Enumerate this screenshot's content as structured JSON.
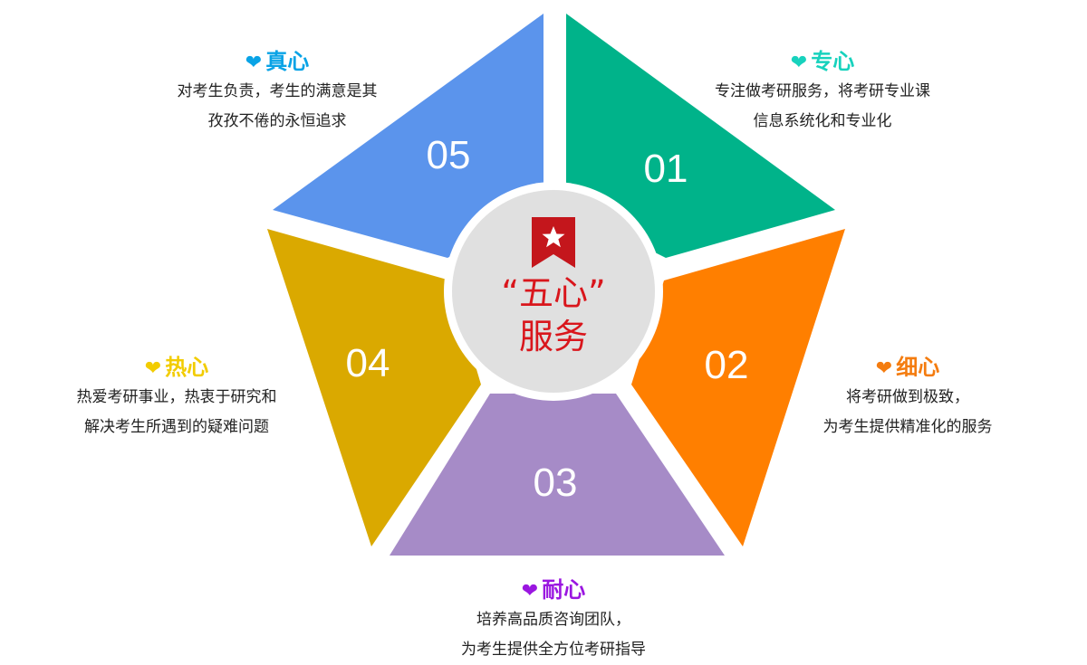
{
  "center": {
    "line1": "“五心”",
    "line2": "服务",
    "icon": "bookmark-star-icon",
    "color": "#d9161c"
  },
  "segments": [
    {
      "number": "01",
      "title": "专心",
      "color": "#00b38a",
      "title_color": "#17d2bd",
      "lines": [
        "专注做考研服务，将考研专业课",
        "信息系统化和专业化"
      ]
    },
    {
      "number": "02",
      "title": "细心",
      "color": "#ff7f00",
      "title_color": "#f47c0f",
      "lines": [
        "将考研做到极致，",
        "为考生提供精准化的服务"
      ]
    },
    {
      "number": "03",
      "title": "耐心",
      "color": "#a68bc7",
      "title_color": "#9a16e0",
      "lines": [
        "培养高品质咨询团队，",
        "为考生提供全方位考研指导"
      ]
    },
    {
      "number": "04",
      "title": "热心",
      "color": "#daa900",
      "title_color": "#f2cc00",
      "lines": [
        "热爱考研事业，热衷于研究和",
        "解决考生所遇到的疑难问题"
      ]
    },
    {
      "number": "05",
      "title": "真心",
      "color": "#5b94ec",
      "title_color": "#09a3e6",
      "lines": [
        "对考生负责，考生的满意是其",
        "孜孜不倦的永恒追求"
      ]
    }
  ],
  "icons": {
    "heart": "heart-icon"
  },
  "colors": {
    "center_circle": "#e0e0e0",
    "center_ring": "#ffffff"
  }
}
